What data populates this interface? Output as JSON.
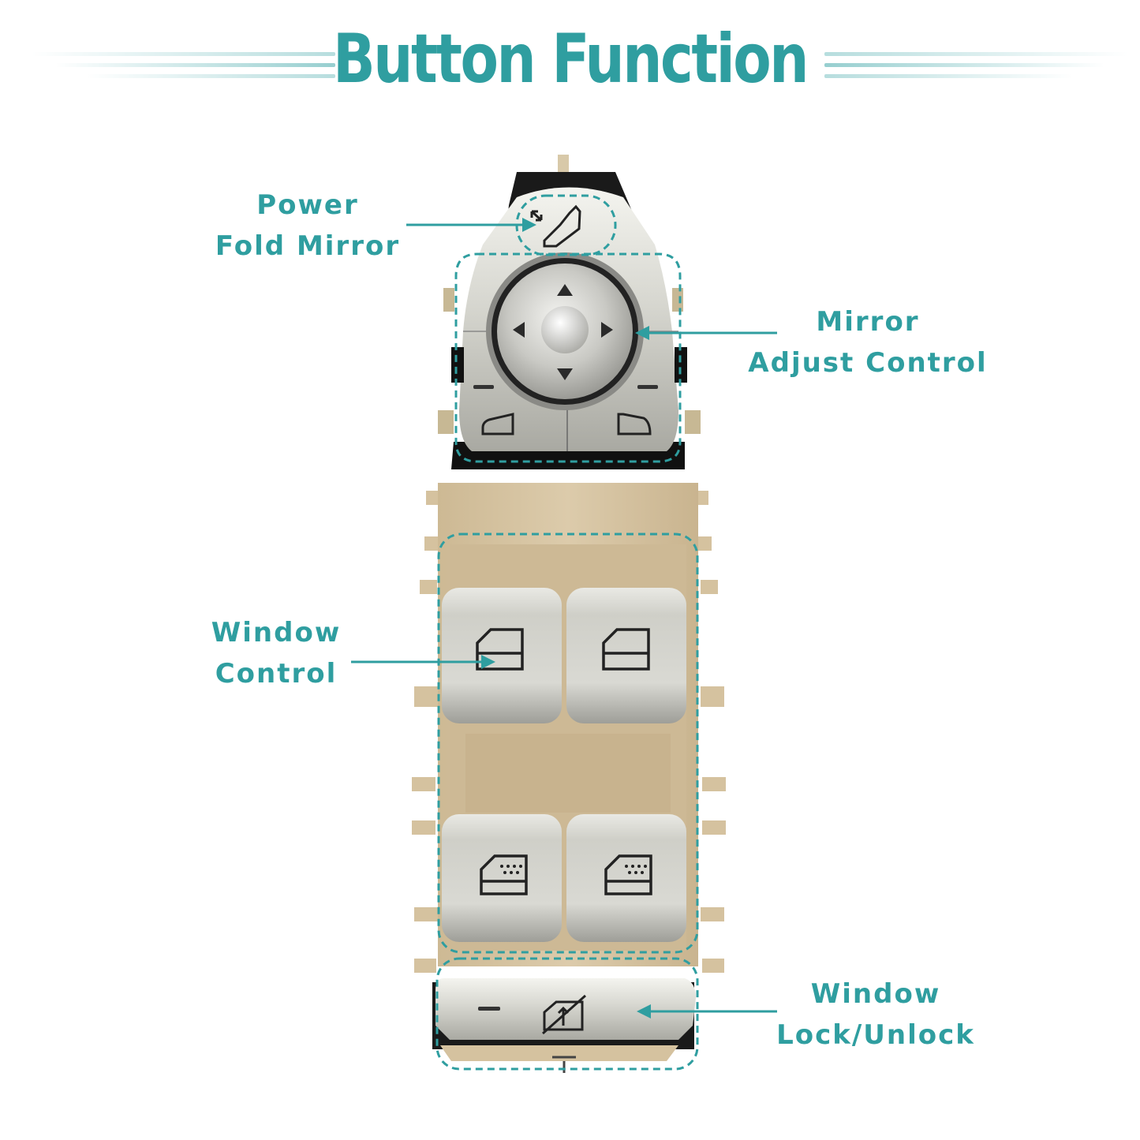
{
  "header": {
    "title": "Button Function",
    "accent_color": "#2f9ea0"
  },
  "callouts": {
    "power_fold_mirror": {
      "line1": "Power",
      "line2": "Fold Mirror"
    },
    "mirror_adjust_control": {
      "line1": "Mirror",
      "line2": "Adjust Control"
    },
    "window_control": {
      "line1": "Window",
      "line2": "Control"
    },
    "window_lock_unlock": {
      "line1": "Window",
      "line2": "Lock/Unlock"
    }
  },
  "icons": [
    "fold-mirror-icon",
    "direction-arrows-icon",
    "left-mirror-icon",
    "right-mirror-icon",
    "window-switch-icon",
    "child-lock-icon"
  ],
  "colors": {
    "beige_housing": "#d9c7a6",
    "silver_button": "#d4d4cc",
    "black_frame": "#1a1a1a"
  }
}
